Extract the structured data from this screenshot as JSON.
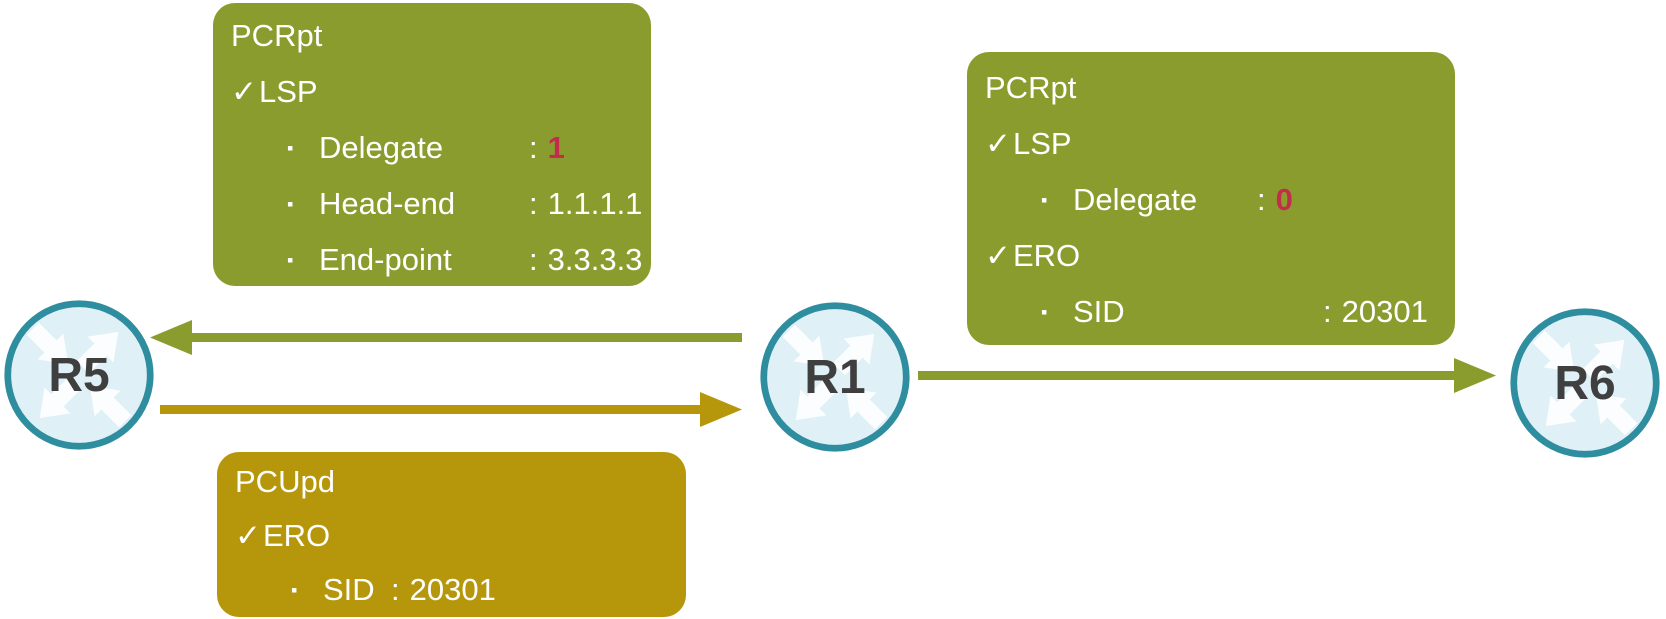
{
  "diagram": "PCEP message exchange between routers",
  "colors": {
    "green": "#8B9C2E",
    "gold": "#B6960B",
    "red_value": "#C22D4B",
    "node_border": "#2E8D9F",
    "node_fill": "#DFF0F7",
    "node_text": "#3F3F3F",
    "box_text": "#FFFFFF"
  },
  "nodes": {
    "r5": {
      "label": "R5"
    },
    "r1": {
      "label": "R1"
    },
    "r6": {
      "label": "R6"
    }
  },
  "edges": [
    {
      "from": "R1",
      "to": "R5",
      "color": "#8B9C2E",
      "message": "PCRpt"
    },
    {
      "from": "R5",
      "to": "R1",
      "color": "#B6960B",
      "message": "PCUpd"
    },
    {
      "from": "R1",
      "to": "R6",
      "color": "#8B9C2E",
      "message": "PCRpt"
    }
  ],
  "boxes": {
    "pcrpt_r1_to_r5": {
      "title": "PCRpt",
      "lines": [
        {
          "type": "check",
          "icon": "✓",
          "text": "LSP"
        },
        {
          "type": "row",
          "bullet": "▪",
          "label": "Delegate",
          "colon": ":",
          "value": "1"
        },
        {
          "type": "row",
          "bullet": "▪",
          "label": "Head-end",
          "colon": ":",
          "value": "1.1.1.1"
        },
        {
          "type": "row",
          "bullet": "▪",
          "label": "End-point",
          "colon": ":",
          "value": "3.3.3.3"
        }
      ]
    },
    "pcrpt_r1_to_r6": {
      "title": "PCRpt",
      "lines": [
        {
          "type": "check",
          "icon": "✓",
          "text": "LSP"
        },
        {
          "type": "row",
          "bullet": "▪",
          "label": "Delegate",
          "colon": ":",
          "value": "0"
        },
        {
          "type": "check",
          "icon": "✓",
          "text": "ERO"
        },
        {
          "type": "row",
          "bullet": "▪",
          "label": "SID",
          "colon": ":",
          "value": "20301"
        }
      ]
    },
    "pcupd_r5_to_r1": {
      "title": "PCUpd",
      "lines": [
        {
          "type": "check",
          "icon": "✓",
          "text": "ERO"
        },
        {
          "type": "row",
          "bullet": "▪",
          "label": "SID",
          "colon": ":",
          "value": "20301"
        }
      ]
    }
  }
}
